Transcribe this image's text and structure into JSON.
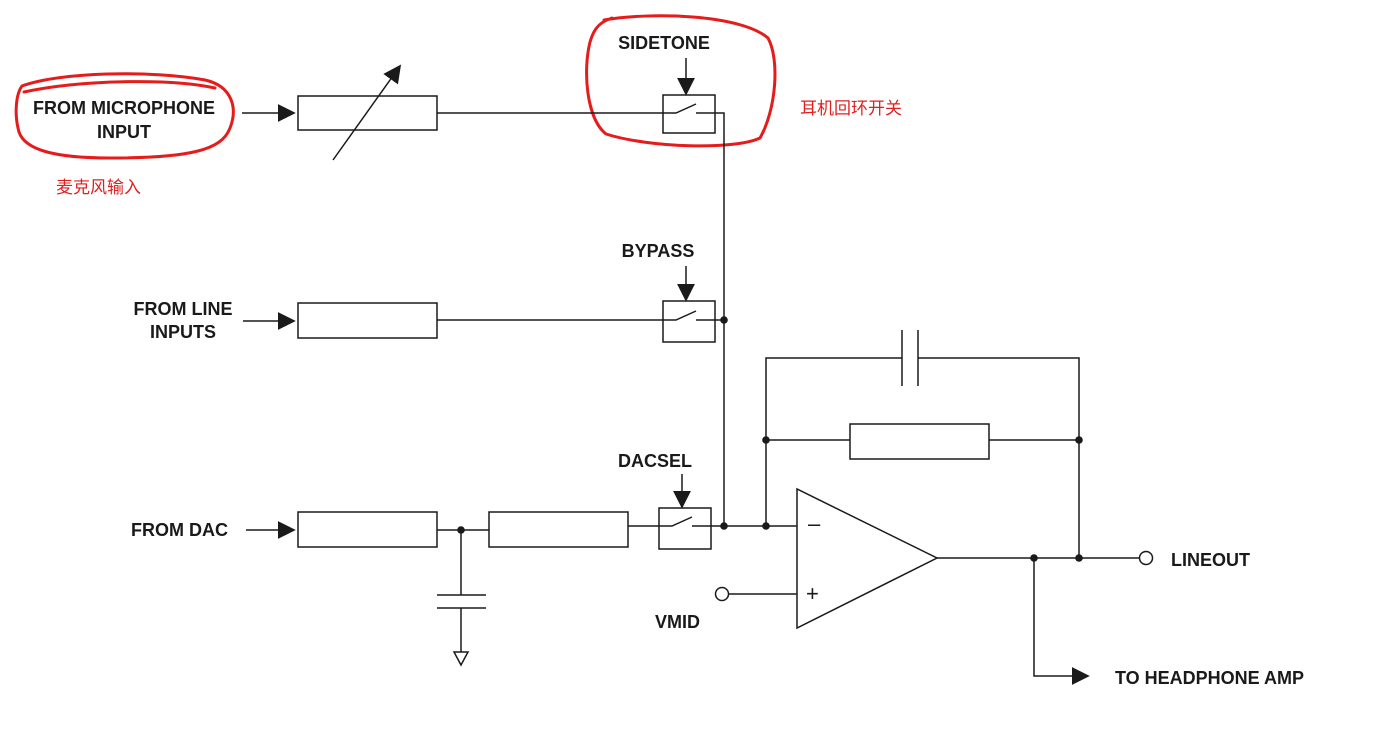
{
  "labels": {
    "mic_line1": "FROM MICROPHONE",
    "mic_line2": "INPUT",
    "line_in_line1": "FROM LINE",
    "line_in_line2": "INPUTS",
    "dac": "FROM DAC",
    "sidetone": "SIDETONE",
    "bypass": "BYPASS",
    "dacsel": "DACSEL",
    "vmid": "VMID",
    "lineout": "LINEOUT",
    "headphone": "TO HEADPHONE AMP",
    "op_minus": "–",
    "op_plus": "+"
  },
  "annotations": {
    "mic_cn": "麦克风输入",
    "sidetone_cn": "耳机回环开关"
  },
  "colors": {
    "highlight": "#e51c1c",
    "ink": "#1a1a1a"
  }
}
